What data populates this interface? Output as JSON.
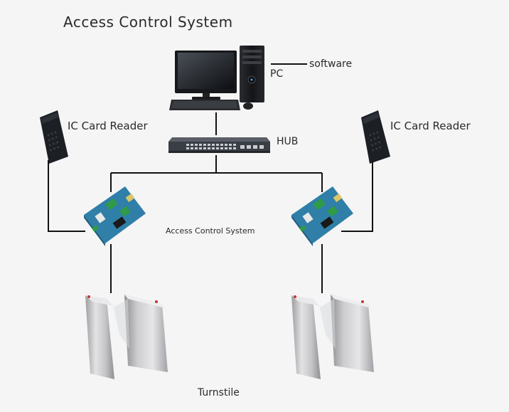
{
  "diagram": {
    "title": "Access Control System",
    "labels": {
      "software": "software",
      "pc": "PC",
      "ic_card_reader_left": "IC Card Reader",
      "ic_card_reader_right": "IC Card Reader",
      "hub": "HUB",
      "controller": "Access Control System",
      "turnstile": "Turnstile"
    },
    "colors": {
      "background": "#f5f5f6",
      "line": "#111111",
      "board": "#2f7fa8",
      "steel": "#c9c9cb",
      "reader": "#1c1f24"
    }
  }
}
